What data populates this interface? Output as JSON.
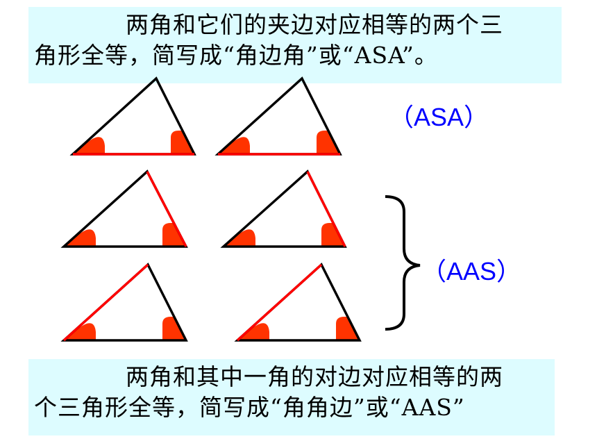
{
  "top_text": {
    "line1": "两角和它们的夹边对应相等的两个三",
    "line2": "角形全等，简写成“角边角”或“ASA”。"
  },
  "bottom_text": {
    "line1": "两角和其中一角的对边对应相等的两",
    "line2": "个三角形全等，简写成“角角边”或“AAS”"
  },
  "labels": {
    "asa": "（ASA）",
    "aas": "（AAS）"
  },
  "colors": {
    "highlight_box": "#ddfcff",
    "edge": "#000000",
    "equal_side": "#ff0000",
    "angle_fill": "#ff3300",
    "label_text": "#0000ff"
  },
  "rows": [
    {
      "case": "ASA",
      "highlighted_side": "base"
    },
    {
      "case": "AAS",
      "highlighted_side": "right"
    },
    {
      "case": "AAS",
      "highlighted_side": "left"
    }
  ]
}
